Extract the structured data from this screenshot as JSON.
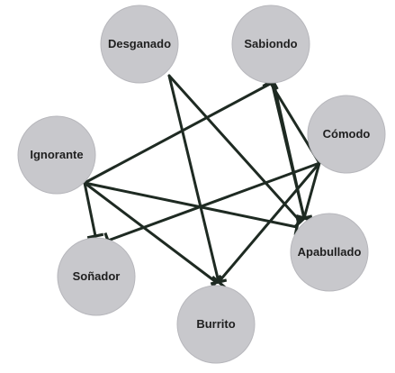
{
  "nodes": [
    {
      "id": "desganado",
      "label": "Desganado"
    },
    {
      "id": "sabiondo",
      "label": "Sabiondo"
    },
    {
      "id": "comodo",
      "label": "Cómodo"
    },
    {
      "id": "ignorante",
      "label": "Ignorante"
    },
    {
      "id": "apabullado",
      "label": "Apabullado"
    },
    {
      "id": "sonador",
      "label": "Soñador"
    },
    {
      "id": "burrito",
      "label": "Burrito"
    }
  ],
  "edges": [
    {
      "from": "desganado",
      "to": "burrito"
    },
    {
      "from": "desganado",
      "to": "apabullado"
    },
    {
      "from": "ignorante",
      "to": "sabiondo"
    },
    {
      "from": "ignorante",
      "to": "sonador"
    },
    {
      "from": "ignorante",
      "to": "burrito"
    },
    {
      "from": "ignorante",
      "to": "apabullado"
    },
    {
      "from": "comodo",
      "to": "sabiondo"
    },
    {
      "from": "comodo",
      "to": "burrito"
    },
    {
      "from": "comodo",
      "to": "sonador"
    },
    {
      "from": "comodo",
      "to": "apabullado"
    },
    {
      "from": "sabiondo",
      "to": "apabullado"
    },
    {
      "from": "apabullado",
      "to": "sabiondo"
    }
  ]
}
